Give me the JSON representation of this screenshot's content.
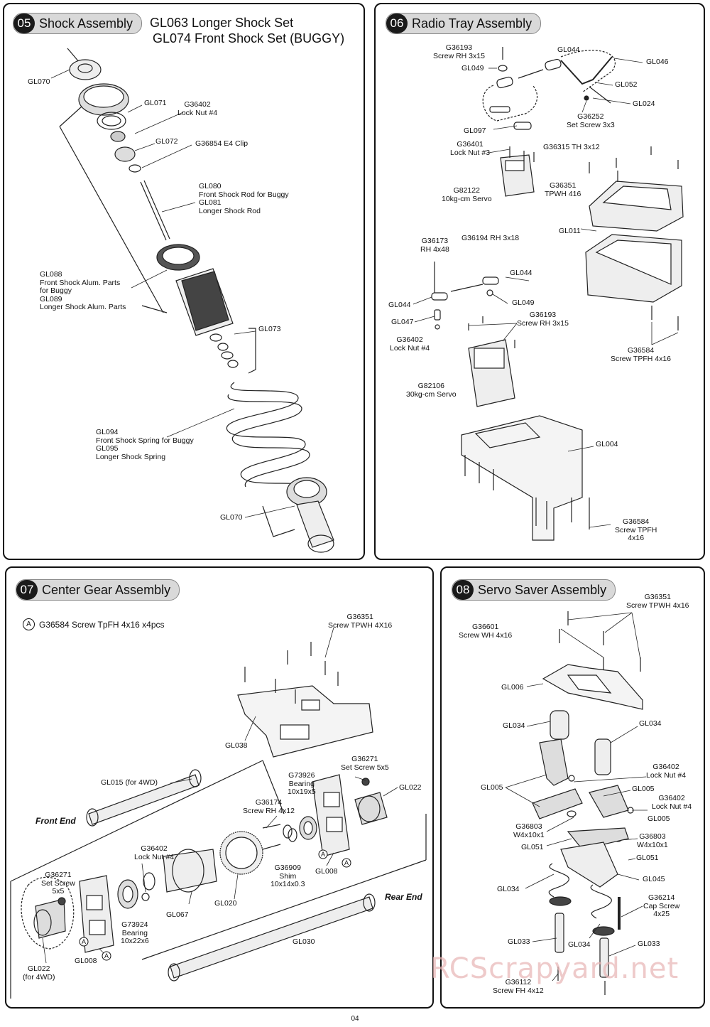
{
  "page_number": "04",
  "watermark": "RCScrapyard.net",
  "s05": {
    "num": "05",
    "title": "Shock Assembly",
    "subtitle1": "GL063 Longer Shock Set",
    "subtitle2": "GL074 Front Shock Set (BUGGY)",
    "labels": {
      "gl070a": "GL070",
      "gl071": "GL071",
      "g36402": "G36402\nLock Nut #4",
      "gl072": "GL072",
      "g36854": "G36854 E4 Clip",
      "gl080": "GL080\nFront Shock Rod for Buggy\nGL081\nLonger Shock Rod",
      "gl088": "GL088\nFront Shock Alum. Parts\nfor Buggy\nGL089\nLonger Shock Alum. Parts",
      "gl073": "GL073",
      "gl094": "GL094\nFront Shock Spring for Buggy\nGL095\nLonger Shock Spring",
      "gl070b": "GL070"
    }
  },
  "s06": {
    "num": "06",
    "title": "Radio Tray Assembly",
    "labels": {
      "g36193a": "G36193\nScrew RH 3x15",
      "gl049a": "GL049",
      "gl044a": "GL044",
      "gl046": "GL046",
      "gl052": "GL052",
      "gl024": "GL024",
      "g36252": "G36252\nSet Screw 3x3",
      "gl097": "GL097",
      "g36401": "G36401\nLock Nut #3",
      "g36315": "G36315 TH 3x12",
      "g82122": "G82122\n10kg-cm Servo",
      "g36351": "G36351\nTPWH 416",
      "gl011": "GL011",
      "g36173": "G36173\nRH 4x48",
      "g36194": "G36194 RH 3x18",
      "gl044b": "GL044",
      "gl044c": "GL044",
      "gl049b": "GL049",
      "gl047": "GL047",
      "g36193b": "G36193\nScrew RH 3x15",
      "g36402": "G36402\nLock Nut #4",
      "g36584a": "G36584\nScrew TPFH 4x16",
      "g82106": "G82106\n30kg-cm Servo",
      "gl004": "GL004",
      "g36584b": "G36584\nScrew TPFH\n4x16"
    }
  },
  "s07": {
    "num": "07",
    "title": "Center Gear Assembly",
    "note_marker": "A",
    "note": "G36584 Screw TpFH 4x16  x4pcs",
    "labels": {
      "g36351": "G36351\nScrew TPWH 4X16",
      "gl038": "GL038",
      "gl015": "GL015 (for 4WD)",
      "front": "Front End",
      "g36271a": "G36271\nSet Screw 5x5",
      "gl022a": "GL022",
      "g73926": "G73926\nBearing\n10x19x5",
      "g36174": "G36174\nScrew RH 4x12",
      "g36402": "G36402\nLock Nut #4",
      "g36909": "G36909\nShim\n10x14x0.3",
      "gl008a": "GL008",
      "g36271b": "G36271\nSet Screw\n5x5",
      "gl067": "GL067",
      "gl020": "GL020",
      "rear": "Rear End",
      "g73924": "G73924\nBearing\n10x22x6",
      "gl008b": "GL008",
      "gl022b": "GL022\n(for 4WD)",
      "gl030": "GL030"
    }
  },
  "s08": {
    "num": "08",
    "title": "Servo Saver Assembly",
    "labels": {
      "g36351": "G36351\nScrew TPWH 4x16",
      "g36601": "G36601\nScrew WH 4x16",
      "gl006": "GL006",
      "gl034a": "GL034",
      "gl034b": "GL034",
      "g36402a": "G36402\nLock Nut #4",
      "gl005a": "GL005",
      "gl005b": "GL005",
      "g36402b": "G36402\nLock Nut #4",
      "gl005c": "GL005",
      "g36803a": "G36803\nW4x10x1",
      "g36803b": "G36803\nW4x10x1",
      "gl051a": "GL051",
      "gl051b": "GL051",
      "gl045": "GL045",
      "gl034c": "GL034",
      "g36214": "G36214\nCap Screw\n4x25",
      "gl033a": "GL033",
      "gl034d": "GL034",
      "gl033b": "GL033",
      "g36112": "G36112\nScrew FH 4x12"
    }
  }
}
